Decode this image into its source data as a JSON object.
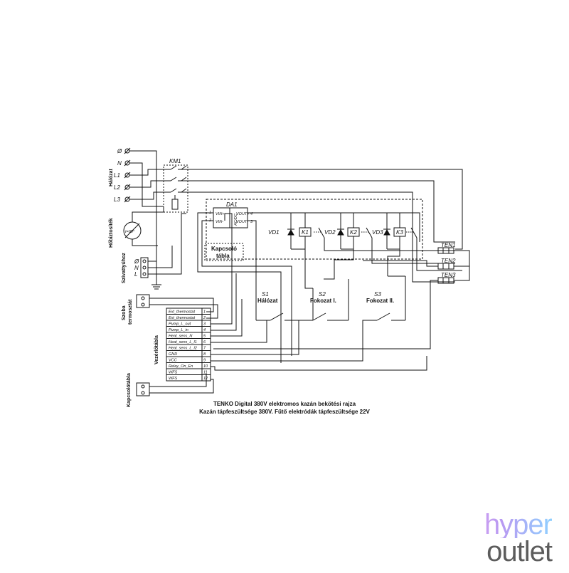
{
  "mains": {
    "title": "Hálózat",
    "terminals": [
      "Ø",
      "N",
      "L1",
      "L2",
      "L3"
    ]
  },
  "contactor": {
    "label": "KM1"
  },
  "fuse": {
    "title": "Hőbiztosíték",
    "rating": "t=90°"
  },
  "pump": {
    "title": "Szivattyúhoz",
    "terminals": [
      "Ø",
      "N",
      "L"
    ]
  },
  "room_thermostat": {
    "title": "Szoba termosztát"
  },
  "switch_board": {
    "title": "Kapcsolótábla"
  },
  "control_board": {
    "title": "Vezérlőtábla",
    "pins": [
      {
        "name": "Ext_thermostat",
        "no": "1"
      },
      {
        "name": "Ext_thermostat",
        "no": "2"
      },
      {
        "name": "Pump_L_out",
        "no": "3"
      },
      {
        "name": "Pump_L_in",
        "no": "4"
      },
      {
        "name": "Heat_sens_N",
        "no": "5"
      },
      {
        "name": "Heat_sens_L_l1",
        "no": "6"
      },
      {
        "name": "Heat_sens_L_l2",
        "no": "7"
      },
      {
        "name": "GND",
        "no": "8"
      },
      {
        "name": "VCC",
        "no": "9"
      },
      {
        "name": "Relay_On_En",
        "no": "10"
      },
      {
        "name": "WFS",
        "no": "11"
      },
      {
        "name": "WFS",
        "no": "12"
      }
    ]
  },
  "psu": {
    "label": "DA1",
    "vin_plus": "VIN+",
    "vin_minus": "VIN-",
    "vout_plus": "VOUT+",
    "vout_minus": "VOUT-",
    "type": "AC/DC",
    "pin1": "1",
    "pin2": "2",
    "pin3": "3",
    "pin4": "4"
  },
  "switch_panel": {
    "line1": "Kapcsoló",
    "line2": "tábla"
  },
  "relays": [
    {
      "diode": "VD1",
      "coil": "K1"
    },
    {
      "diode": "VD2",
      "coil": "K2"
    },
    {
      "diode": "VD3",
      "coil": "K3"
    }
  ],
  "heaters": [
    "TEN1",
    "TEN2",
    "TEN3"
  ],
  "switches": [
    {
      "id": "S1",
      "label": "Hálózat"
    },
    {
      "id": "S2",
      "label": "Fokozat I."
    },
    {
      "id": "S3",
      "label": "Fokozat II."
    }
  ],
  "caption": {
    "line1": "TENKO Digital 380V elektromos kazán bekötési rajza",
    "line2": "Kazán tápfeszültsége 380V. Fűtő elektródák tápfeszültsége 22V"
  },
  "logo": {
    "line1": "hyper",
    "line2": "outlet"
  },
  "colors": {
    "line": "#111111",
    "logo_grey": "#5c5c5c",
    "logo_pink": "#e7a5f0",
    "logo_blue": "#8fd0ff"
  }
}
